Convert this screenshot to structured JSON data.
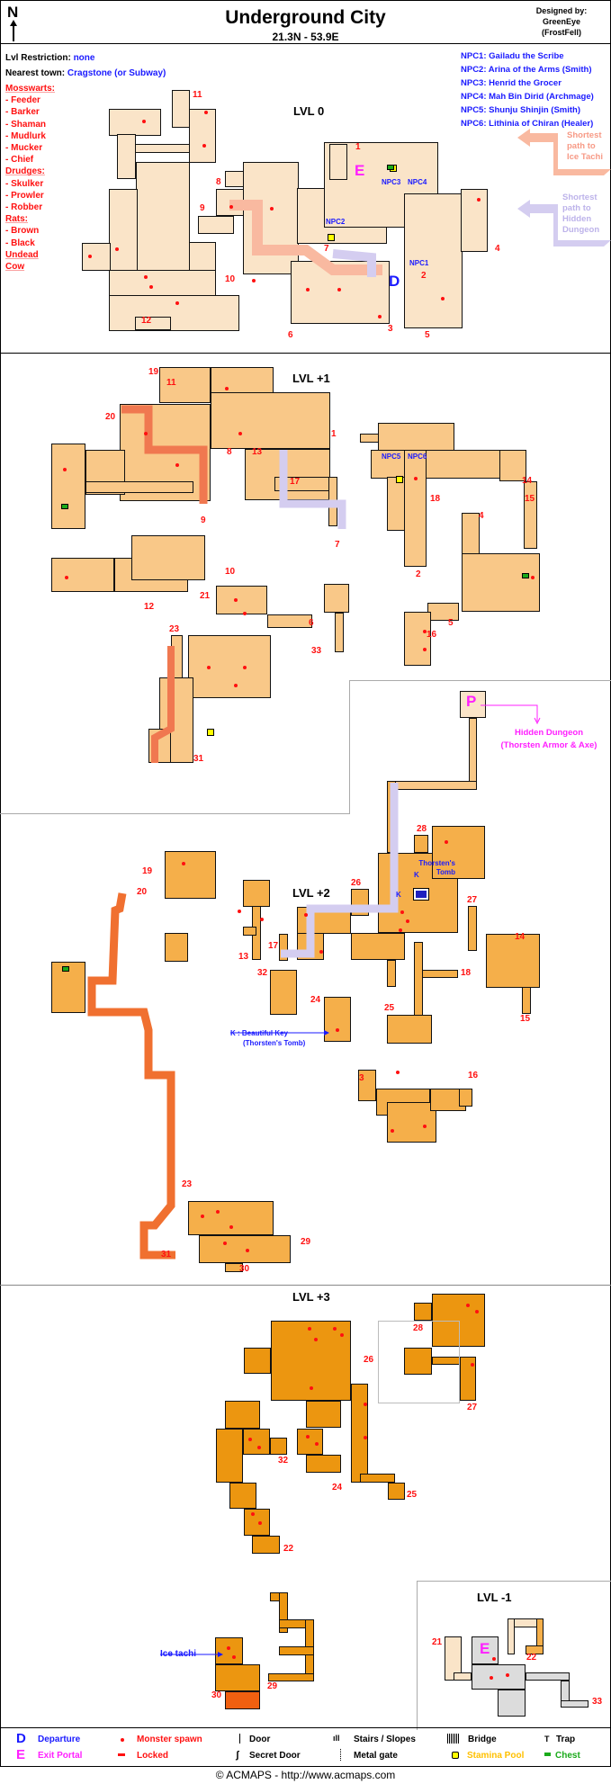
{
  "header": {
    "north": "N",
    "title": "Underground City",
    "coords": "21.3N - 53.9E",
    "designed_by": "Designed by:",
    "designer": "GreenEye",
    "designer_server": "(FrostFell)"
  },
  "info": {
    "lvl_label": "Lvl Restriction:",
    "lvl_value": "none",
    "town_label": "Nearest town:",
    "town_value": "Cragstone (or Subway)",
    "monsters": [
      {
        "text": "Mosswarts:",
        "cat": true
      },
      {
        "text": "- Feeder"
      },
      {
        "text": "- Barker"
      },
      {
        "text": "- Shaman"
      },
      {
        "text": "- Mudlurk"
      },
      {
        "text": "- Mucker"
      },
      {
        "text": "- Chief"
      },
      {
        "text": "Drudges:",
        "cat": true
      },
      {
        "text": "- Skulker"
      },
      {
        "text": "- Prowler"
      },
      {
        "text": "- Robber"
      },
      {
        "text": "Rats:",
        "cat": true
      },
      {
        "text": "- Brown"
      },
      {
        "text": "- Black"
      },
      {
        "text": "Undead",
        "cat": true
      },
      {
        "text": "Cow",
        "cat": true
      }
    ]
  },
  "npcs": [
    "NPC1: Gailadu the Scribe",
    "NPC2: Arina of the Arms (Smith)",
    "NPC3: Henrid the Grocer",
    "NPC4: Mah Bin Dirid (Archmage)",
    "NPC5: Shunju Shinjin (Smith)",
    "NPC6: Lithinia of Chiran (Healer)"
  ],
  "paths": {
    "ice": {
      "line1": "Shortest",
      "line2": "path to",
      "line3": "Ice Tachi",
      "color": "#f9b9a0"
    },
    "hidden": {
      "line1": "Shortest",
      "line2": "path to",
      "line3": "Hidden",
      "line4": "Dungeon",
      "color": "#d4cdf0"
    }
  },
  "levels": {
    "lvl0": {
      "label": "LVL 0",
      "color": "#fae4c8",
      "markers": [
        "11",
        "1",
        "8",
        "9",
        "10",
        "12",
        "7",
        "2",
        "3",
        "4",
        "5",
        "6"
      ],
      "npc_labels": [
        "NPC2",
        "NPC3",
        "NPC4",
        "NPC1"
      ],
      "exit": "E",
      "departure": "D"
    },
    "lvl1": {
      "label": "LVL +1",
      "color": "#f9c888",
      "markers": [
        "19",
        "11",
        "20",
        "8",
        "13",
        "9",
        "1",
        "17",
        "7",
        "14",
        "15",
        "18",
        "4",
        "2",
        "10",
        "12",
        "21",
        "6",
        "33",
        "5",
        "16",
        "23",
        "31"
      ],
      "npc_labels": [
        "NPC5",
        "NPC6"
      ]
    },
    "lvl2": {
      "label": "LVL +2",
      "color": "#f5af4a",
      "markers": [
        "19",
        "20",
        "28",
        "26",
        "27",
        "13",
        "17",
        "32",
        "18",
        "14",
        "15",
        "24",
        "25",
        "3",
        "16",
        "23",
        "29",
        "31",
        "30"
      ],
      "portal": "P",
      "hidden_dungeon": "Hidden Dungeon",
      "hidden_dungeon_loot": "(Thorsten Armor & Axe)",
      "tomb_line1": "Thorsten's",
      "tomb_line2": "Tomb",
      "key_letter": "K",
      "key_note": "K : Beautiful Key",
      "key_note_sub": "(Thorsten's Tomb)"
    },
    "lvl3": {
      "label": "LVL +3",
      "color": "#ec9610",
      "markers": [
        "28",
        "26",
        "27",
        "32",
        "24",
        "25",
        "22",
        "29",
        "30"
      ],
      "ice_tachi": "Ice tachi"
    },
    "lvlm1": {
      "label": "LVL -1",
      "color": "#dcdcdc",
      "markers": [
        "21",
        "22",
        "33"
      ],
      "exit": "E"
    }
  },
  "legend": {
    "departure_symbol": "D",
    "departure": "Departure",
    "exit_symbol": "E",
    "exit": "Exit Portal",
    "monster": "Monster spawn",
    "locked": "Locked",
    "door": "Door",
    "secret_door": "Secret Door",
    "stairs": "Stairs / Slopes",
    "metal_gate": "Metal gate",
    "bridge": "Bridge",
    "stamina": "Stamina Pool",
    "trap": "Trap",
    "chest": "Chest",
    "colors": {
      "blue": "#1a1aff",
      "magenta": "#ff20ff",
      "red": "#ff1010",
      "stamina": "#ffc000",
      "chest": "#1aaa1a"
    }
  },
  "footer": {
    "copyright": "© ACMAPS - http://www.acmaps.com"
  }
}
